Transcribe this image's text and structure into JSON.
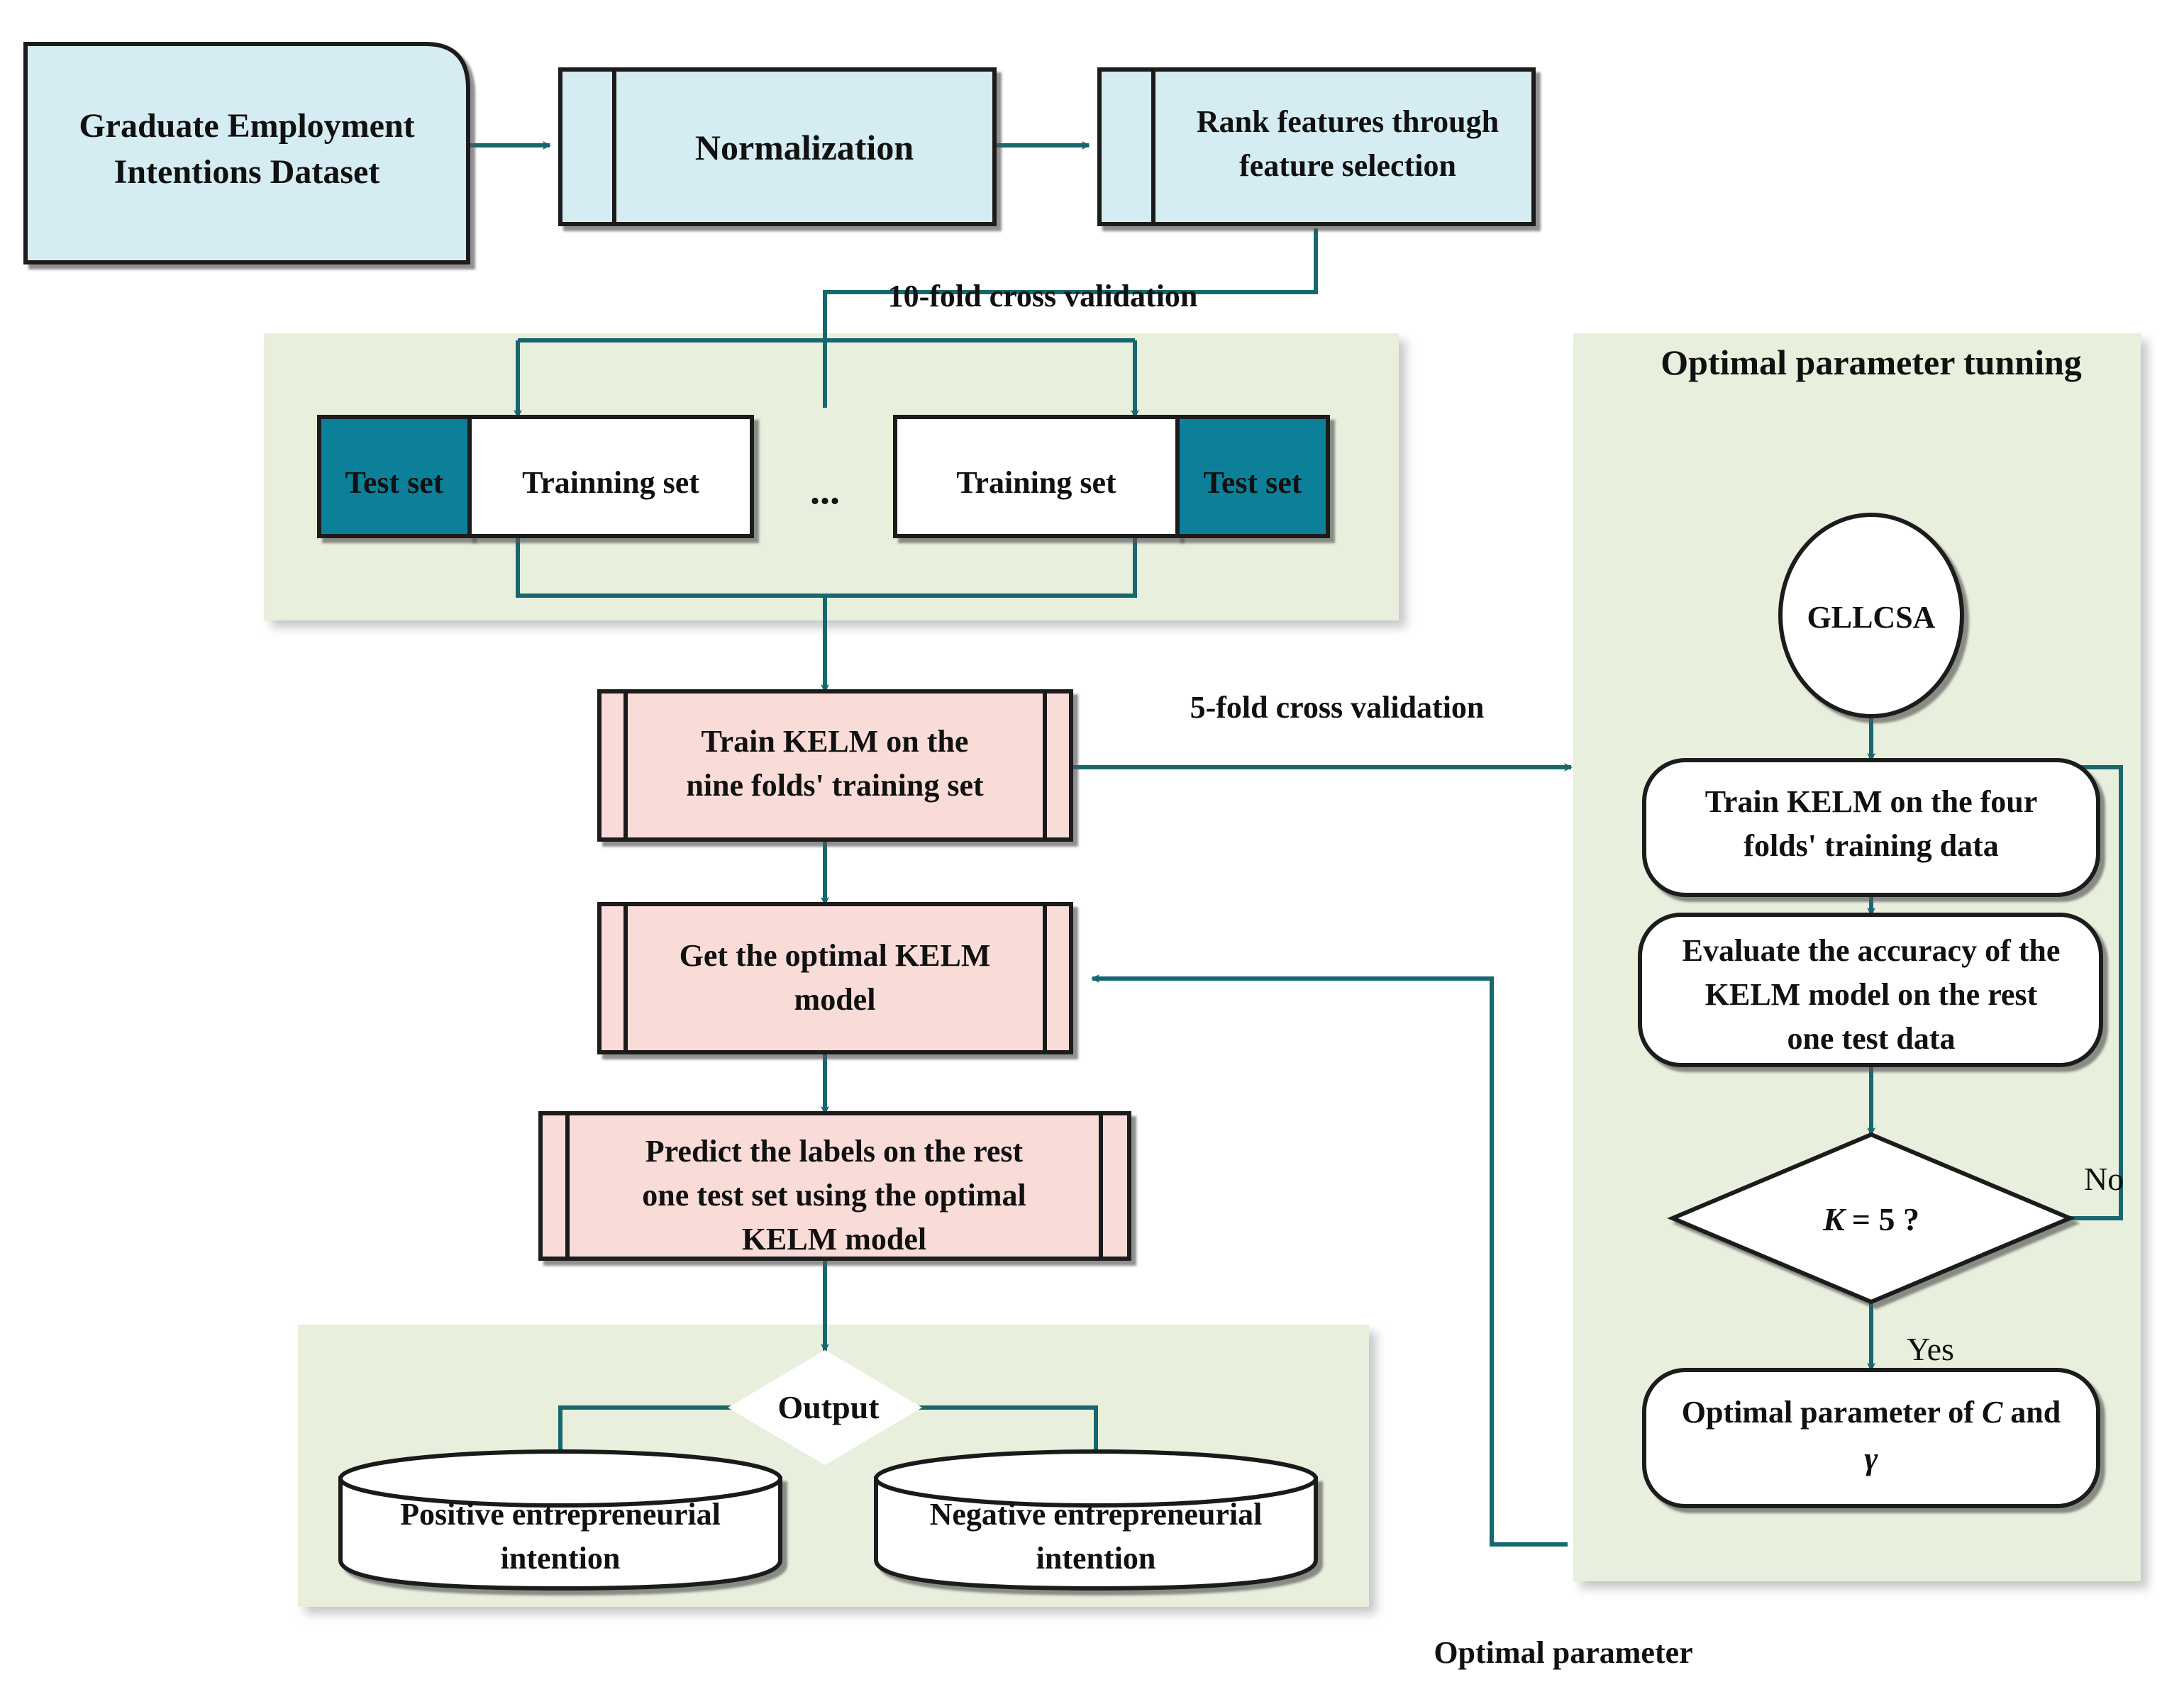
{
  "diagram": {
    "title_hidden": "",
    "colors": {
      "light_blue": "#d5ecf2",
      "teal_fill": "#0d8099",
      "pink": "#f9dcd8",
      "green_panel": "#e8efdc",
      "line_teal": "#17676f",
      "outline_black": "#1a1a1a",
      "white": "#ffffff"
    },
    "nodes": {
      "dataset": "Graduate Employment Intentions Dataset",
      "dataset_line1": "Graduate Employment",
      "dataset_line2": "Intentions Dataset",
      "normalization": "Normalization",
      "rank_features_line1": "Rank features through",
      "rank_features_line2": "feature selection",
      "test_set_left": "Test set",
      "training_set_left": "Trainning set",
      "ellipsis": "...",
      "training_set_right": "Training set",
      "test_set_right": "Test set",
      "train_kelm_nine_line1": "Train KELM on the",
      "train_kelm_nine_line2": "nine folds' training set",
      "get_optimal_line1": "Get the optimal KELM",
      "get_optimal_line2": "model",
      "predict_line1": "Predict the labels on the rest",
      "predict_line2": "one test set using the optimal",
      "predict_line3": "KELM model",
      "output": "Output",
      "positive_line1": "Positive entrepreneurial",
      "positive_line2": "intention",
      "negative_line1": "Negative entrepreneurial",
      "negative_line2": "intention",
      "panel_title_right": "Optimal parameter tunning",
      "gllcsa": "GLLCSA",
      "train_kelm_four_line1": "Train KELM on the four",
      "train_kelm_four_line2": "folds' training data",
      "evaluate_line1": "Evaluate the accuracy of the",
      "evaluate_line2": "KELM model on the rest",
      "evaluate_line3": "one test data",
      "decision_k": "K",
      "decision_rest": "= 5 ?",
      "optimal_param_line1_a": "Optimal parameter of ",
      "optimal_param_line1_b": "C",
      "optimal_param_line1_c": " and",
      "optimal_param_line2": "γ"
    },
    "edge_labels": {
      "ten_fold": "10-fold cross validation",
      "five_fold": "5-fold cross validation",
      "no": "No",
      "yes": "Yes",
      "optimal_parameter": "Optimal parameter"
    }
  }
}
